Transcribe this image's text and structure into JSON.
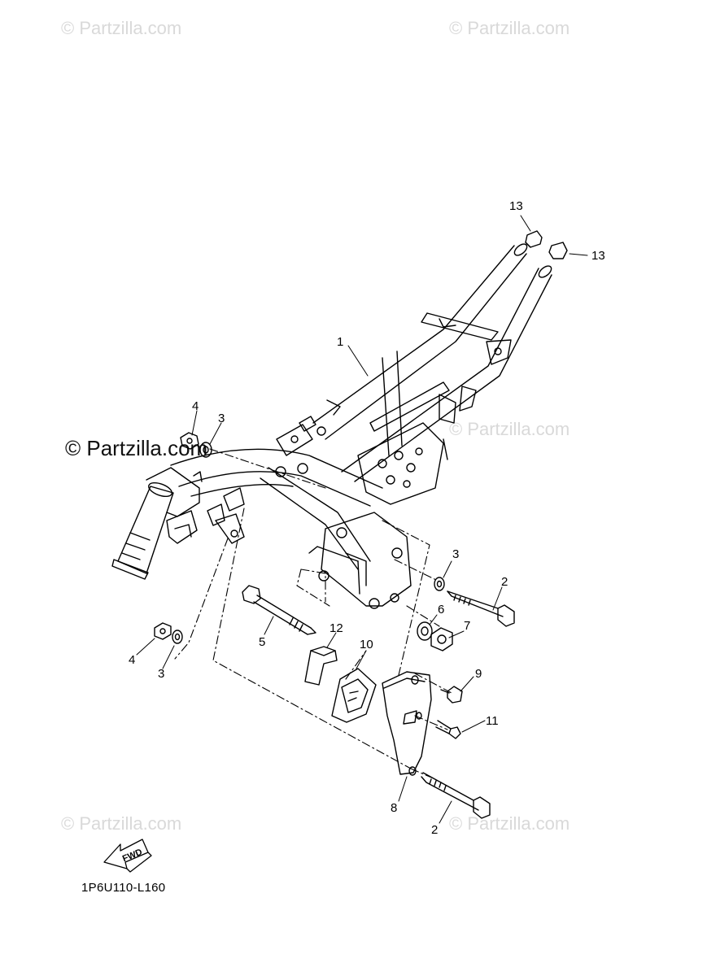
{
  "watermarks": {
    "main": "© Partzilla.com",
    "faint": "© Partzilla.com"
  },
  "diagram_code": "1P6U110-L160",
  "fwd_label": "FWD",
  "callouts": [
    "1",
    "2",
    "2",
    "3",
    "3",
    "3",
    "4",
    "4",
    "5",
    "6",
    "7",
    "8",
    "9",
    "10",
    "11",
    "12",
    "13",
    "13"
  ],
  "colors": {
    "line": "#000000",
    "watermark": "#d9d9d9",
    "background": "#ffffff"
  }
}
